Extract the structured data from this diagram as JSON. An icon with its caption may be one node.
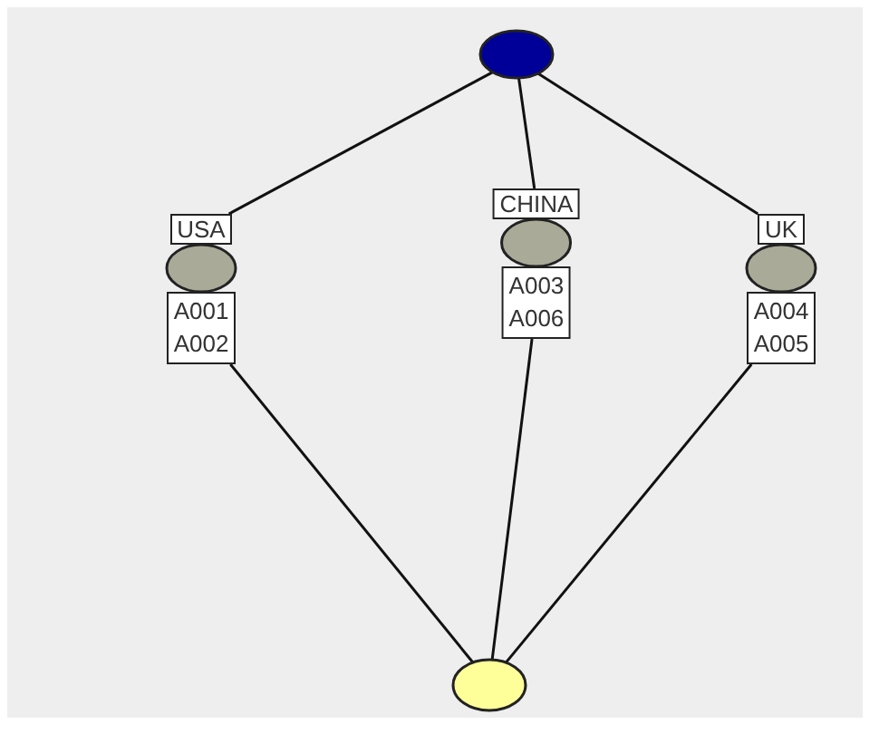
{
  "diagram": {
    "nodes": [
      {
        "text": [],
        "shape": "circle"
      },
      {
        "text": [
          "USA",
          "A001 A002"
        ]
      },
      {
        "text": [
          "CHINA",
          "A003 A006"
        ]
      },
      {
        "text": [
          "UK",
          "A004 A005"
        ]
      },
      {
        "text": [],
        "shape": "circle"
      }
    ],
    "edges": [
      {
        "from": 0,
        "to": 1,
        "arrow": "none"
      },
      {
        "from": 0,
        "to": 2,
        "arrow": "none"
      },
      {
        "from": 0,
        "to": 3,
        "arrow": "none"
      },
      {
        "from": 1,
        "to": 4,
        "arrow": "none"
      },
      {
        "from": 2,
        "to": 4,
        "arrow": "none"
      },
      {
        "from": 3,
        "to": 4,
        "arrow": "none"
      }
    ]
  }
}
